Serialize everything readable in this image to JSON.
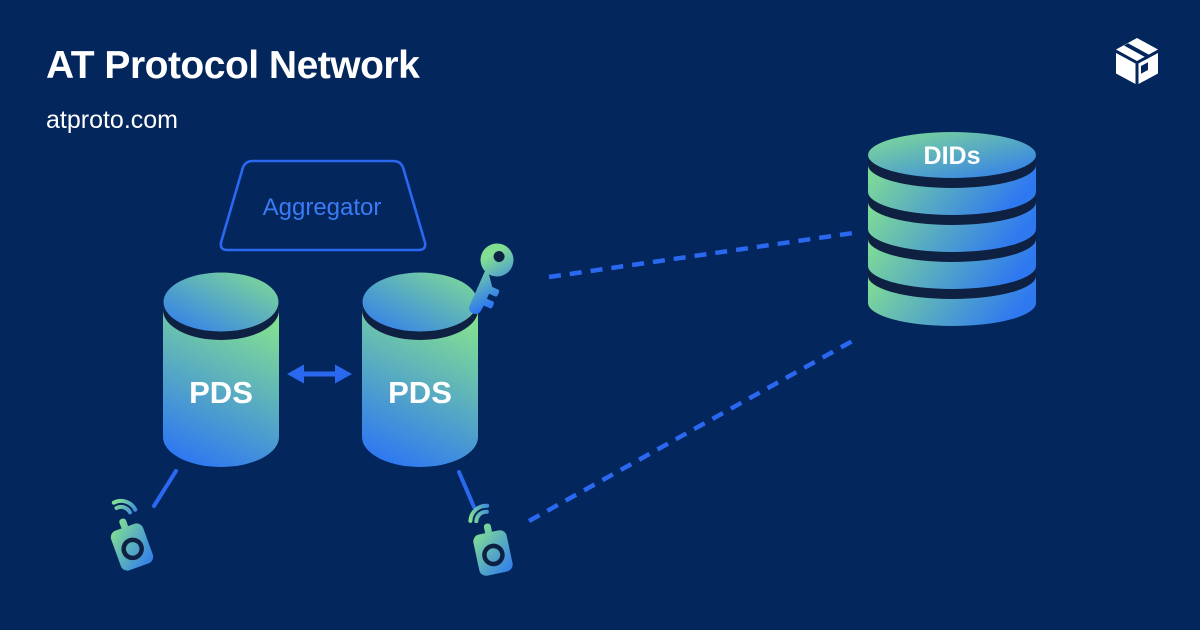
{
  "header": {
    "title": "AT Protocol Network",
    "subtitle": "atproto.com"
  },
  "logo": {
    "name": "atproto-box-logo"
  },
  "colors": {
    "background": "#03265C",
    "shadow": "#0E2142",
    "accent": "#2A68EF",
    "accent_text": "#3B7BF6",
    "green": "#82DF92",
    "blue": "#2F79F0",
    "white": "#FFFFFF"
  },
  "diagram": {
    "aggregator": {
      "label": "Aggregator",
      "shape": "outlined-trapezoid"
    },
    "pds_left": {
      "label": "PDS",
      "shape": "cylinder"
    },
    "pds_right": {
      "label": "PDS",
      "shape": "cylinder"
    },
    "dids": {
      "label": "DIDs",
      "shape": "stacked-cylinder",
      "layers": 5
    },
    "icons": [
      "key-icon",
      "signal-device-icon",
      "signal-device-icon"
    ],
    "connections": [
      {
        "from": "pds_left",
        "to": "pds_right",
        "style": "double-headed-arrow"
      },
      {
        "from": "key",
        "to": "dids",
        "style": "dashed"
      },
      {
        "from": "device_right",
        "to": "dids",
        "style": "dashed"
      },
      {
        "from": "pds_left",
        "to": "device_left",
        "style": "solid"
      },
      {
        "from": "pds_right",
        "to": "device_right",
        "style": "solid"
      }
    ]
  }
}
